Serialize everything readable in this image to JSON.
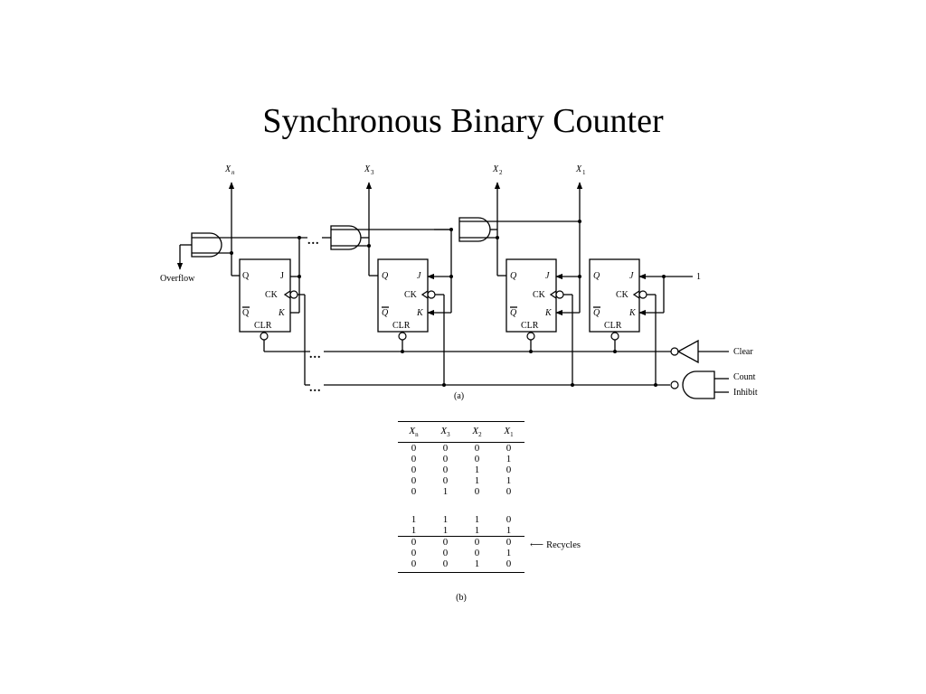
{
  "title": "Synchronous Binary Counter",
  "circuit": {
    "caption": "(a)",
    "outputs": [
      {
        "label": "X",
        "sub": "n"
      },
      {
        "label": "X",
        "sub": "3"
      },
      {
        "label": "X",
        "sub": "2"
      },
      {
        "label": "X",
        "sub": "1"
      }
    ],
    "flipflop_pins": {
      "q": "Q",
      "j": "J",
      "ck": "CK",
      "qbar": "Q",
      "k": "K",
      "clr": "CLR"
    },
    "overflow_label": "Overflow",
    "clear_label": "Clear",
    "count_label": "Count",
    "inhibit_label": "Inhibit",
    "constant_input": "1",
    "ellipsis": "..."
  },
  "truth_table": {
    "caption": "(b)",
    "headers": [
      {
        "label": "X",
        "sub": "n"
      },
      {
        "label": "X",
        "sub": "3"
      },
      {
        "label": "X",
        "sub": "2"
      },
      {
        "label": "X",
        "sub": "1"
      }
    ],
    "rows_top": [
      [
        "0",
        "0",
        "0",
        "0"
      ],
      [
        "0",
        "0",
        "0",
        "1"
      ],
      [
        "0",
        "0",
        "1",
        "0"
      ],
      [
        "0",
        "0",
        "1",
        "1"
      ],
      [
        "0",
        "1",
        "0",
        "0"
      ]
    ],
    "rows_bottom": [
      [
        "1",
        "1",
        "1",
        "0"
      ],
      [
        "1",
        "1",
        "1",
        "1"
      ]
    ],
    "rows_recycle": [
      [
        "0",
        "0",
        "0",
        "0"
      ],
      [
        "0",
        "0",
        "0",
        "1"
      ],
      [
        "0",
        "0",
        "1",
        "0"
      ]
    ],
    "recycles_label": "Recycles"
  }
}
